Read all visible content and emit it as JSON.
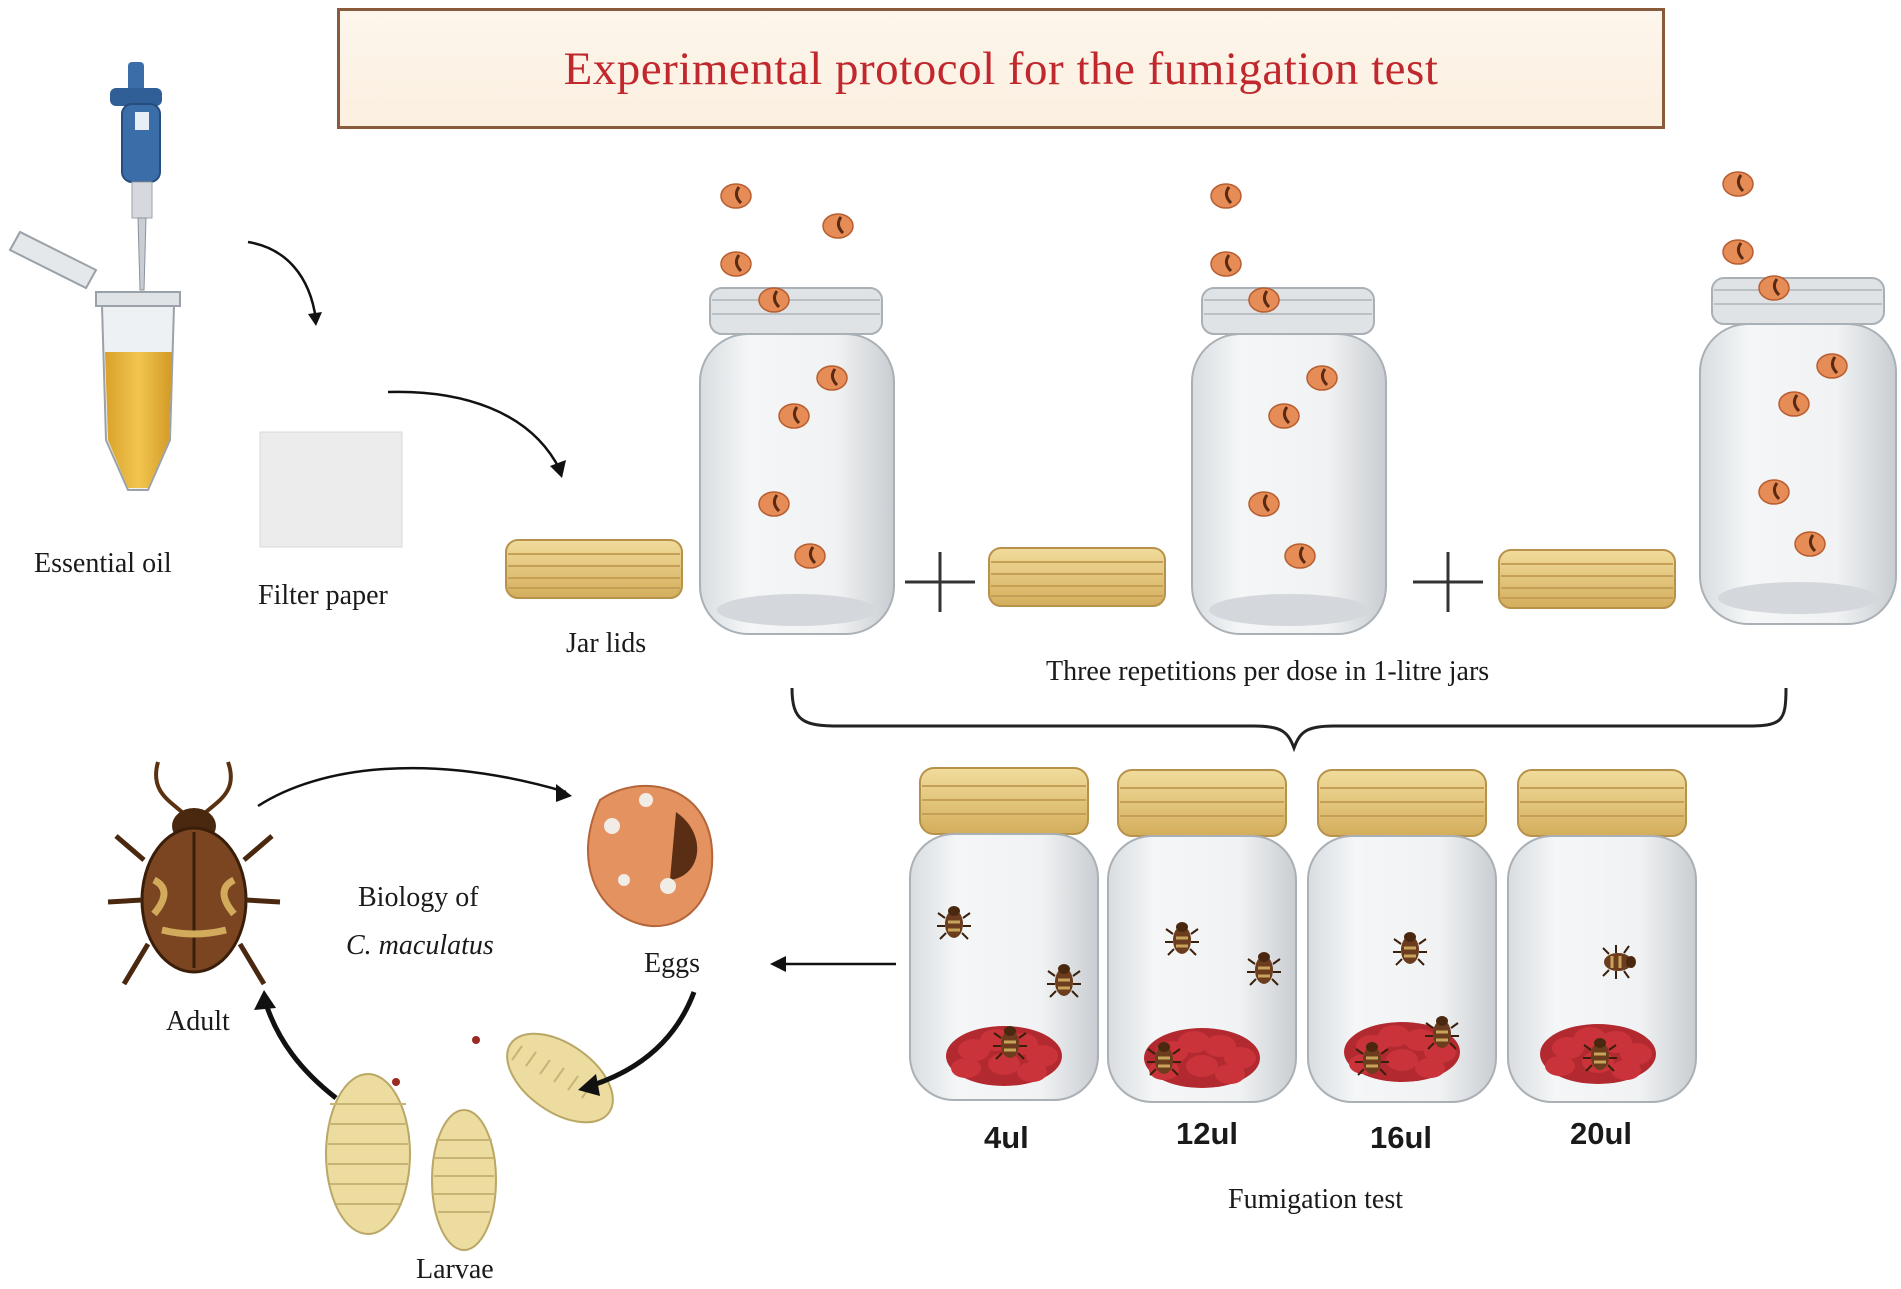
{
  "title": "Experimental protocol for the fumigation test",
  "labels": {
    "essential_oil": "Essential oil",
    "filter_paper": "Filter paper",
    "jar_lids": "Jar lids",
    "repetitions": "Three repetitions per dose in 1-litre jars",
    "fumigation_test": "Fumigation test",
    "biology_line1": "Biology of",
    "biology_line2": "C. maculatus",
    "adult": "Adult",
    "eggs": "Eggs",
    "larvae": "Larvae"
  },
  "doses": [
    "4ul",
    "12ul",
    "16ul",
    "20ul"
  ],
  "colors": {
    "title_text": "#c0282d",
    "title_border": "#8a5a3c",
    "title_fill": "#fdf6ec",
    "lid_gold": "#e2c47a",
    "bean_orange": "#e58a55",
    "seed_red": "#b82a30",
    "oil_yellow": "#e8b53a",
    "pipette_blue": "#3b6ea8",
    "beetle_brown": "#6b3d1e",
    "larva_cream": "#ecdca0"
  }
}
